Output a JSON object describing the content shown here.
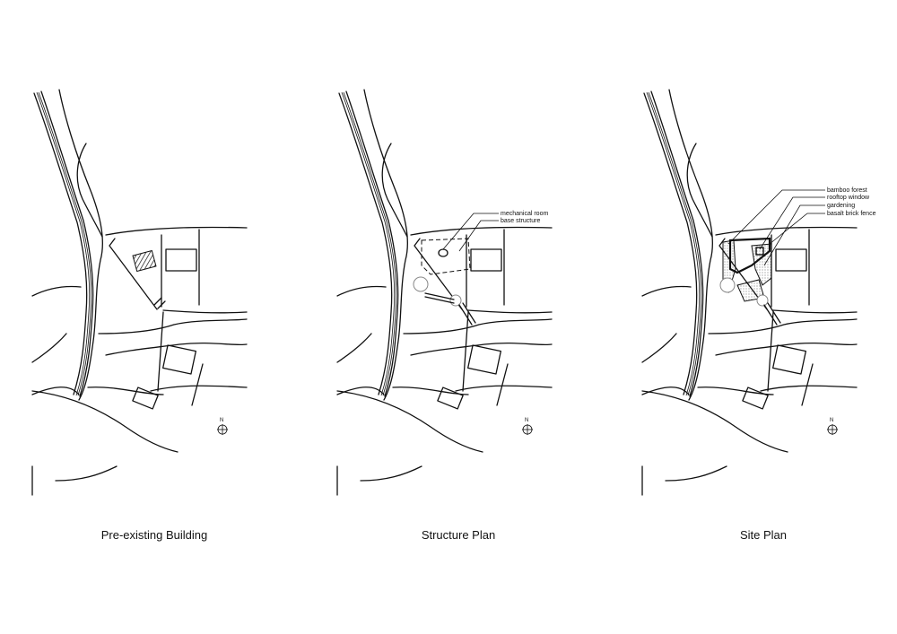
{
  "panels": [
    {
      "caption": "Pre-existing Building",
      "north": "N"
    },
    {
      "caption": "Structure Plan",
      "north": "N",
      "labels": [
        "mechanical room",
        "base structure"
      ]
    },
    {
      "caption": "Site Plan",
      "north": "N",
      "labels": [
        "bamboo forest",
        "rooftop window",
        "gardening",
        "basalt brick fence"
      ]
    }
  ]
}
